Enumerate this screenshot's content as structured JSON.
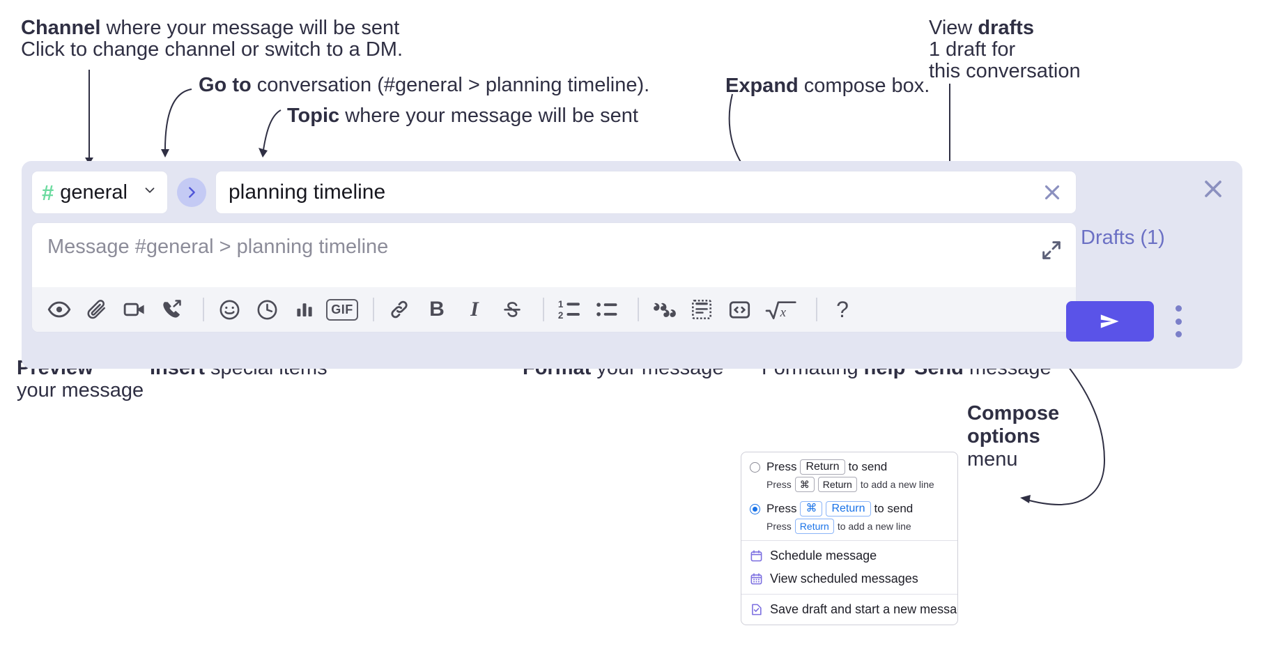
{
  "annotations": {
    "channel": {
      "bold": "Channel",
      "rest": " where your message will be sent",
      "sub": "Click to change channel or switch to a DM."
    },
    "goto": {
      "bold": "Go to",
      "rest": " conversation (#general > planning timeline)."
    },
    "topic": {
      "bold": "Topic",
      "rest": " where your message will be sent"
    },
    "expand": {
      "bold": "Expand",
      "rest": " compose box."
    },
    "drafts": {
      "bold_pre": "View ",
      "bold": "drafts",
      "sub1": "1 draft for",
      "sub2": "this conversation"
    },
    "preview": {
      "bold": "Preview",
      "sub": "your message"
    },
    "insert": {
      "bold": "Insert",
      "rest": " special items"
    },
    "format": {
      "bold": "Format",
      "rest": " your message"
    },
    "help": {
      "pre": "Formatting ",
      "bold": "help"
    },
    "send": {
      "bold": "Send",
      "rest": " message"
    },
    "composeOptions": {
      "bold1": "Compose",
      "bold2": "options",
      "rest": "menu"
    }
  },
  "compose": {
    "channel": {
      "hash": "#",
      "name": "general",
      "chevron": "chevron-down"
    },
    "go_to_button": "go-to-conversation",
    "topic": {
      "value": "planning timeline",
      "clear": "clear-topic"
    },
    "message": {
      "placeholder": "Message #general > planning timeline",
      "value": ""
    },
    "expand_label": "expand-compose-box",
    "drafts_label": "Drafts (1)",
    "close_label": "close-compose",
    "send_label": "send",
    "kebab_label": "compose-options",
    "toolbar": {
      "groups": [
        {
          "name": "preview",
          "items": [
            {
              "name": "preview-eye-icon",
              "glyph": "eye"
            }
          ]
        },
        {
          "name": "insert",
          "items": [
            {
              "name": "attachment-paperclip-icon",
              "glyph": "paperclip"
            },
            {
              "name": "video-clip-icon",
              "glyph": "video"
            },
            {
              "name": "audio-clip-icon",
              "glyph": "phone"
            }
          ]
        },
        {
          "name": "insert2",
          "items": [
            {
              "name": "emoji-icon",
              "glyph": "emoji"
            },
            {
              "name": "schedule-clock-icon",
              "glyph": "clock"
            },
            {
              "name": "poll-bars-icon",
              "glyph": "bars"
            },
            {
              "name": "gif-icon",
              "glyph": "GIF",
              "text": "GIF"
            }
          ]
        },
        {
          "name": "format-basic",
          "items": [
            {
              "name": "link-icon",
              "glyph": "link"
            },
            {
              "name": "bold-icon",
              "glyph": "B",
              "text": "B"
            },
            {
              "name": "italic-icon",
              "glyph": "I",
              "text": "I"
            },
            {
              "name": "strikethrough-icon",
              "glyph": "S",
              "text": "S"
            }
          ]
        },
        {
          "name": "format-blocks",
          "items": [
            {
              "name": "ordered-list-icon",
              "glyph": "ol"
            },
            {
              "name": "bulleted-list-icon",
              "glyph": "ul"
            }
          ]
        },
        {
          "name": "format-advanced",
          "items": [
            {
              "name": "blockquote-icon",
              "glyph": "quote"
            },
            {
              "name": "code-block-icon",
              "glyph": "codeblock"
            },
            {
              "name": "inline-code-icon",
              "glyph": "code"
            },
            {
              "name": "math-icon",
              "glyph": "sqrt-x"
            }
          ]
        },
        {
          "name": "help",
          "items": [
            {
              "name": "formatting-help-icon",
              "glyph": "?",
              "text": "?"
            }
          ]
        }
      ]
    }
  },
  "popup": {
    "options": [
      {
        "selected": false,
        "main_pre": "Press",
        "main_key": "Return",
        "main_post": "to send",
        "sub_pre": "Press",
        "sub_key1": "⌘",
        "sub_key2": "Return",
        "sub_post": "to add a new line"
      },
      {
        "selected": true,
        "main_pre": "Press",
        "main_key1": "⌘",
        "main_key2": "Return",
        "main_post": "to send",
        "sub_pre": "Press",
        "sub_key": "Return",
        "sub_post": "to add a new line"
      }
    ],
    "menu": [
      {
        "icon": "calendar-icon",
        "label": "Schedule message"
      },
      {
        "icon": "calendar-grid-icon",
        "label": "View scheduled messages"
      }
    ],
    "menu2": [
      {
        "icon": "save-draft-icon",
        "label": "Save draft and start a new message"
      }
    ]
  },
  "colors": {
    "compose_bg": "#e3e5f2",
    "accent_send": "#5a53e8",
    "drafts_text": "#6b70c4",
    "hash_green": "#6ddba0",
    "goto_bg": "#c4caf4",
    "toolbar_bg": "#f3f4f8"
  }
}
